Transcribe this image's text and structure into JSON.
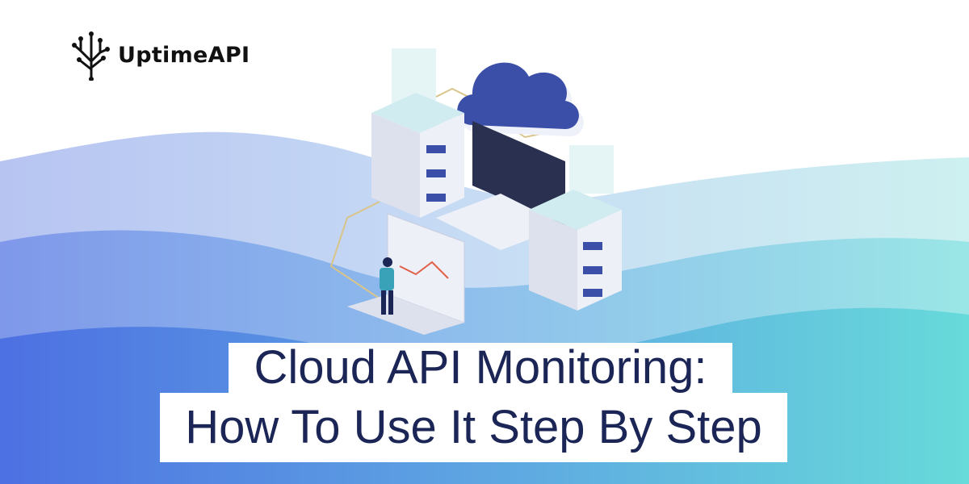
{
  "brand": {
    "name": "UptimeAPI"
  },
  "title": {
    "line1": "Cloud API Monitoring:",
    "line2": "How To Use It Step By Step"
  },
  "colors": {
    "title_text": "#1b2656",
    "wave_blue": "#5a7fe6",
    "wave_teal": "#6fdcdc",
    "cloud": "#3c4fa8"
  }
}
